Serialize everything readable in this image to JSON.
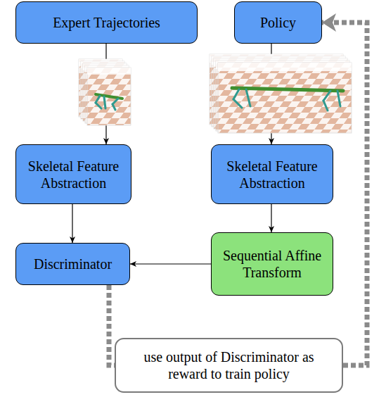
{
  "diagram": {
    "nodes": [
      {
        "text": [
          "Expert Trajectories"
        ]
      },
      {
        "text": [
          "Policy"
        ]
      },
      {
        "text": [
          "Skeletal Feature Abstraction"
        ]
      },
      {
        "text": [
          "Skeletal Feature Abstraction"
        ]
      },
      {
        "text": [
          "Discriminator"
        ]
      },
      {
        "text": [
          "Sequential Affine Transform"
        ]
      },
      {
        "text": [
          "use output of Discriminator as reward to train policy"
        ]
      }
    ],
    "edges": [
      {
        "from": 0,
        "to": 2,
        "arrow": "to"
      },
      {
        "from": 1,
        "to": 3,
        "arrow": "to"
      },
      {
        "from": 2,
        "to": 4,
        "arrow": "to"
      },
      {
        "from": 3,
        "to": 5,
        "arrow": "to"
      },
      {
        "from": 5,
        "to": 4,
        "arrow": "to"
      },
      {
        "from": 4,
        "to": 6,
        "arrow": "none"
      },
      {
        "from": 6,
        "to": 1,
        "arrow": "to"
      }
    ]
  }
}
